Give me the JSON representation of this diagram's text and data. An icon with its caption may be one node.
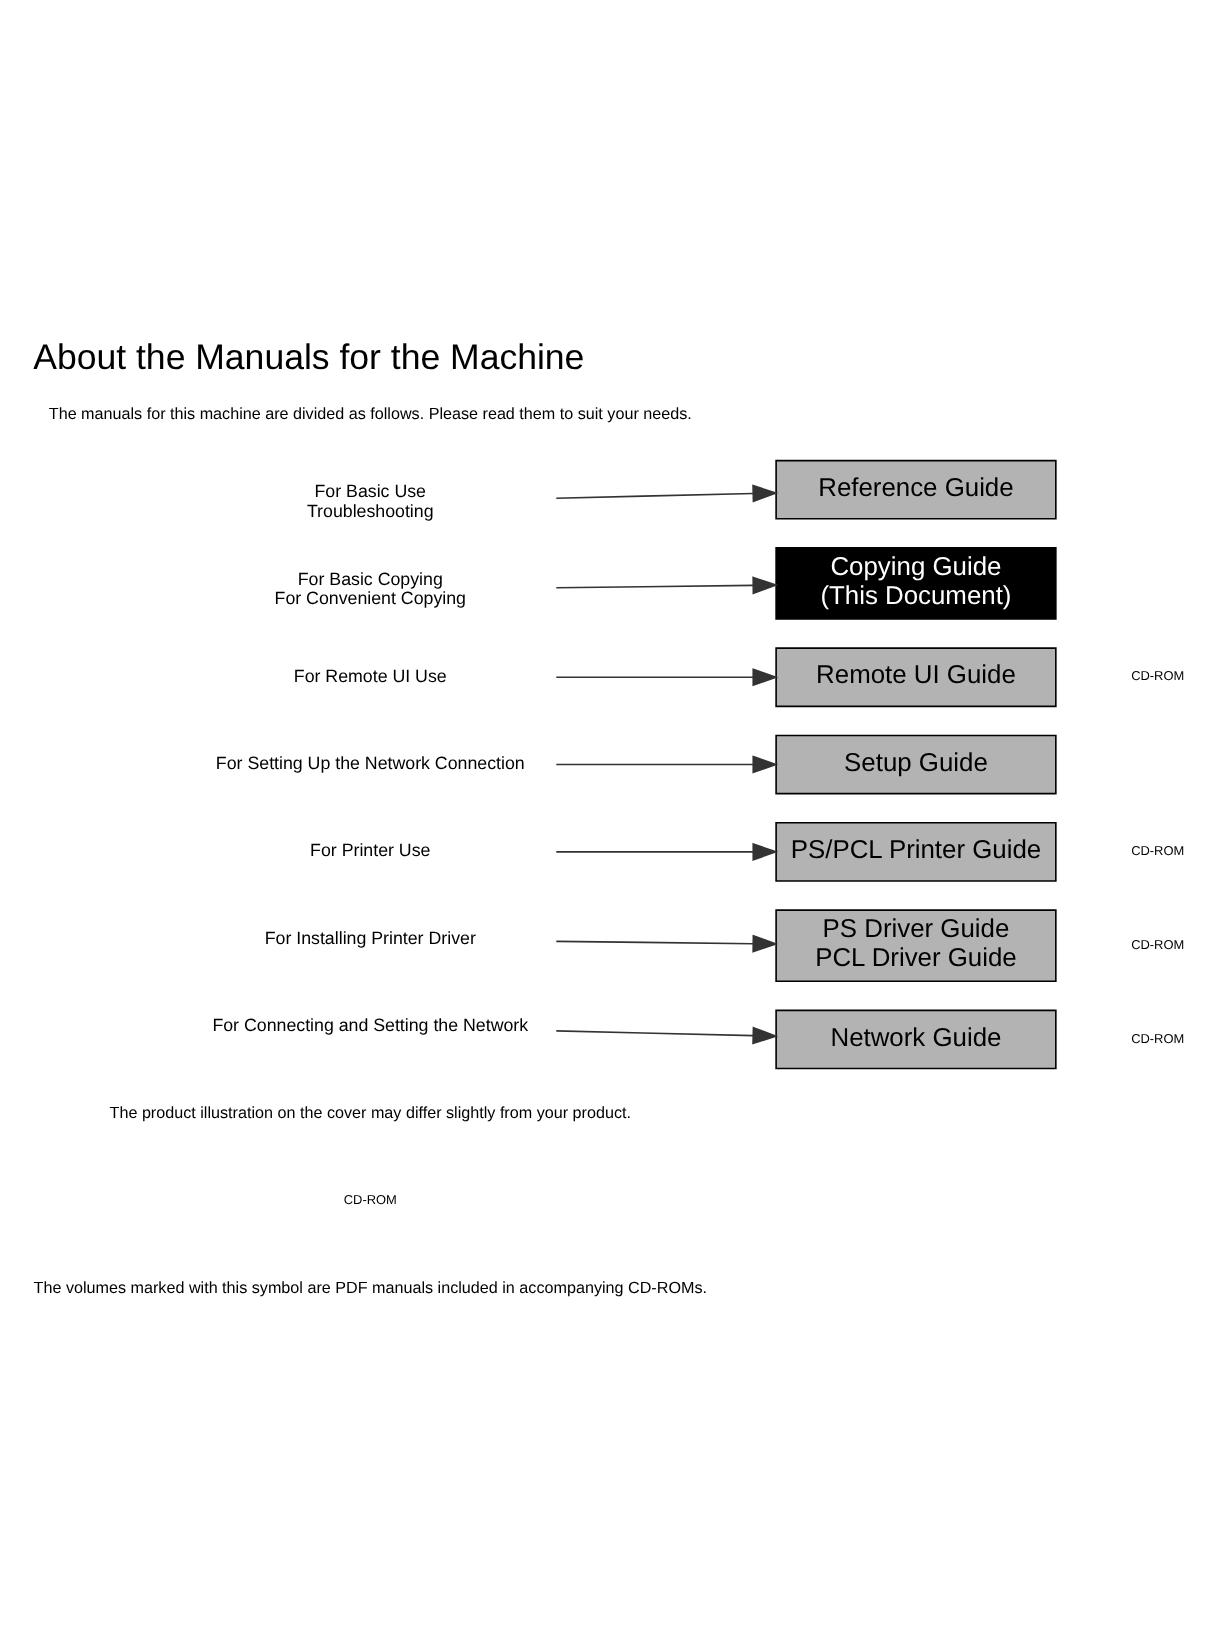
{
  "diagram": {
    "title": "About the Manuals for the Machine",
    "nodes": [
      {
        "text": [
          "For Basic Use",
          "Troubleshooting"
        ]
      },
      {
        "text": [
          "Reference Guide"
        ]
      },
      {
        "text": [
          "For Basic Copying",
          "For Convenient Copying"
        ]
      },
      {
        "text": [
          "Copying Guide",
          "(This Document)"
        ]
      },
      {
        "text": [
          "For Remote UI Use"
        ]
      },
      {
        "text": [
          "Remote UI Guide"
        ]
      },
      {
        "text": [
          "For Setting Up the Network Connection"
        ]
      },
      {
        "text": [
          "Setup Guide"
        ]
      },
      {
        "text": [
          "For Printer Use"
        ]
      },
      {
        "text": [
          "PS/PCL Printer Guide"
        ]
      },
      {
        "text": [
          "For Installing Printer Driver"
        ]
      },
      {
        "text": [
          "PS Driver Guide",
          "PCL Driver Guide"
        ]
      },
      {
        "text": [
          "For Connecting and Setting the Network"
        ]
      },
      {
        "text": [
          "Network Guide"
        ]
      }
    ],
    "edges": [
      {
        "from": 0,
        "to": 1,
        "arrow": "to"
      },
      {
        "from": 2,
        "to": 3,
        "arrow": "to"
      },
      {
        "from": 4,
        "to": 5,
        "arrow": "to"
      },
      {
        "from": 6,
        "to": 7,
        "arrow": "to"
      },
      {
        "from": 8,
        "to": 9,
        "arrow": "to"
      },
      {
        "from": 10,
        "to": 11,
        "arrow": "to"
      },
      {
        "from": 12,
        "to": 13,
        "arrow": "to"
      }
    ],
    "labels": [
      "The manuals for this machine are divided as follows. Please read them to suit your needs.",
      "CD-ROM",
      "CD-ROM",
      "CD-ROM",
      "CD-ROM",
      "The product illustration on the cover may differ slightly from your product.",
      "CD-ROM",
      "The volumes marked with this symbol are PDF manuals included in accompanying CD-ROMs."
    ]
  }
}
